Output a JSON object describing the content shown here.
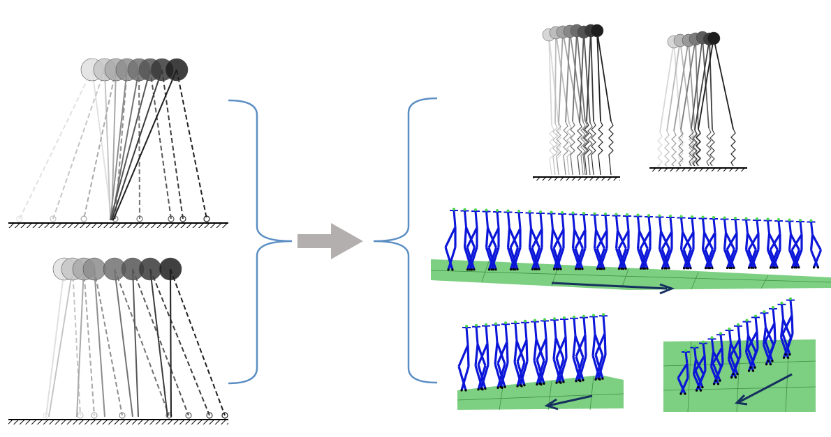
{
  "figure": {
    "background": "#ffffff",
    "colors": {
      "bracket": "#5b8fc4",
      "arrow": "#b3afaf",
      "robot": "#0b16d8",
      "floor": "#7dcf82",
      "direction_arrow": "#16305e",
      "ground": "#000000"
    },
    "left_panels": [
      {
        "label": "",
        "kind": "compass-gait-sequence",
        "frames": 8
      },
      {
        "label": "",
        "kind": "compass-gait-sequence",
        "frames": 8
      }
    ],
    "transition_arrow_icon": "right-arrow-icon",
    "right_panels": [
      {
        "label": "",
        "kind": "spring-leg-sequence"
      },
      {
        "label": "",
        "kind": "spring-leg-sequence"
      },
      {
        "label": "",
        "kind": "humanoid-walking-3d",
        "direction": "right"
      },
      {
        "label": "",
        "kind": "humanoid-walking-3d",
        "direction": "left"
      },
      {
        "label": "",
        "kind": "humanoid-walking-3d",
        "direction": "left"
      }
    ]
  }
}
